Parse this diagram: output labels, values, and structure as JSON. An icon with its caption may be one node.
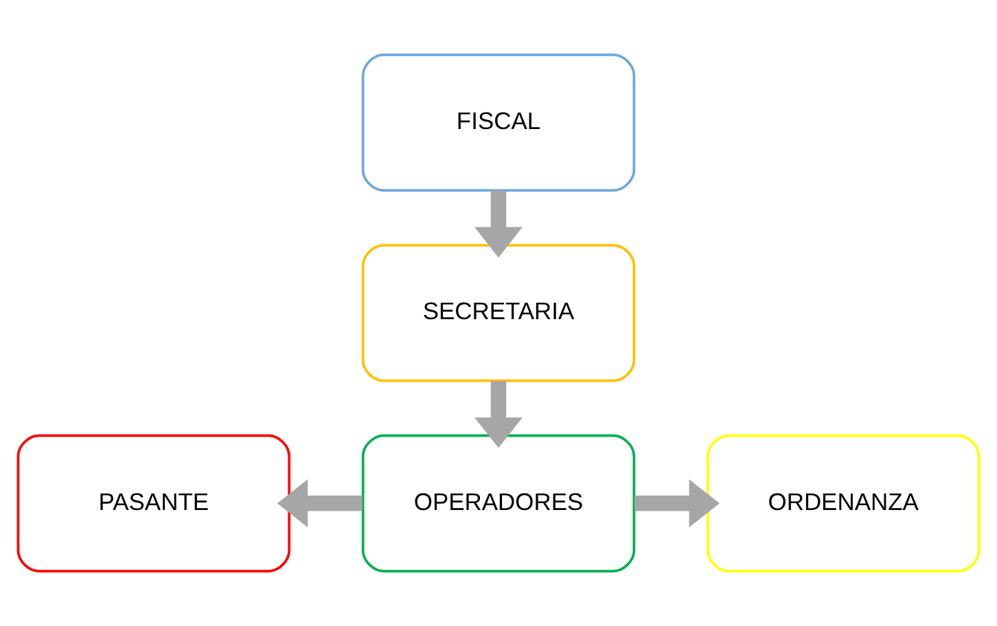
{
  "diagram": {
    "nodes": [
      {
        "text": [
          "FISCAL"
        ]
      },
      {
        "text": [
          "SECRETARIA"
        ]
      },
      {
        "text": [
          "OPERADORES"
        ]
      },
      {
        "text": [
          "PASANTE"
        ]
      },
      {
        "text": [
          "ORDENANZA"
        ]
      }
    ],
    "edges": [
      {
        "from": 0,
        "to": 1,
        "arrow": "to"
      },
      {
        "from": 1,
        "to": 2,
        "arrow": "to"
      },
      {
        "from": 2,
        "to": 3,
        "arrow": "to"
      },
      {
        "from": 2,
        "to": 4,
        "arrow": "to"
      }
    ]
  }
}
